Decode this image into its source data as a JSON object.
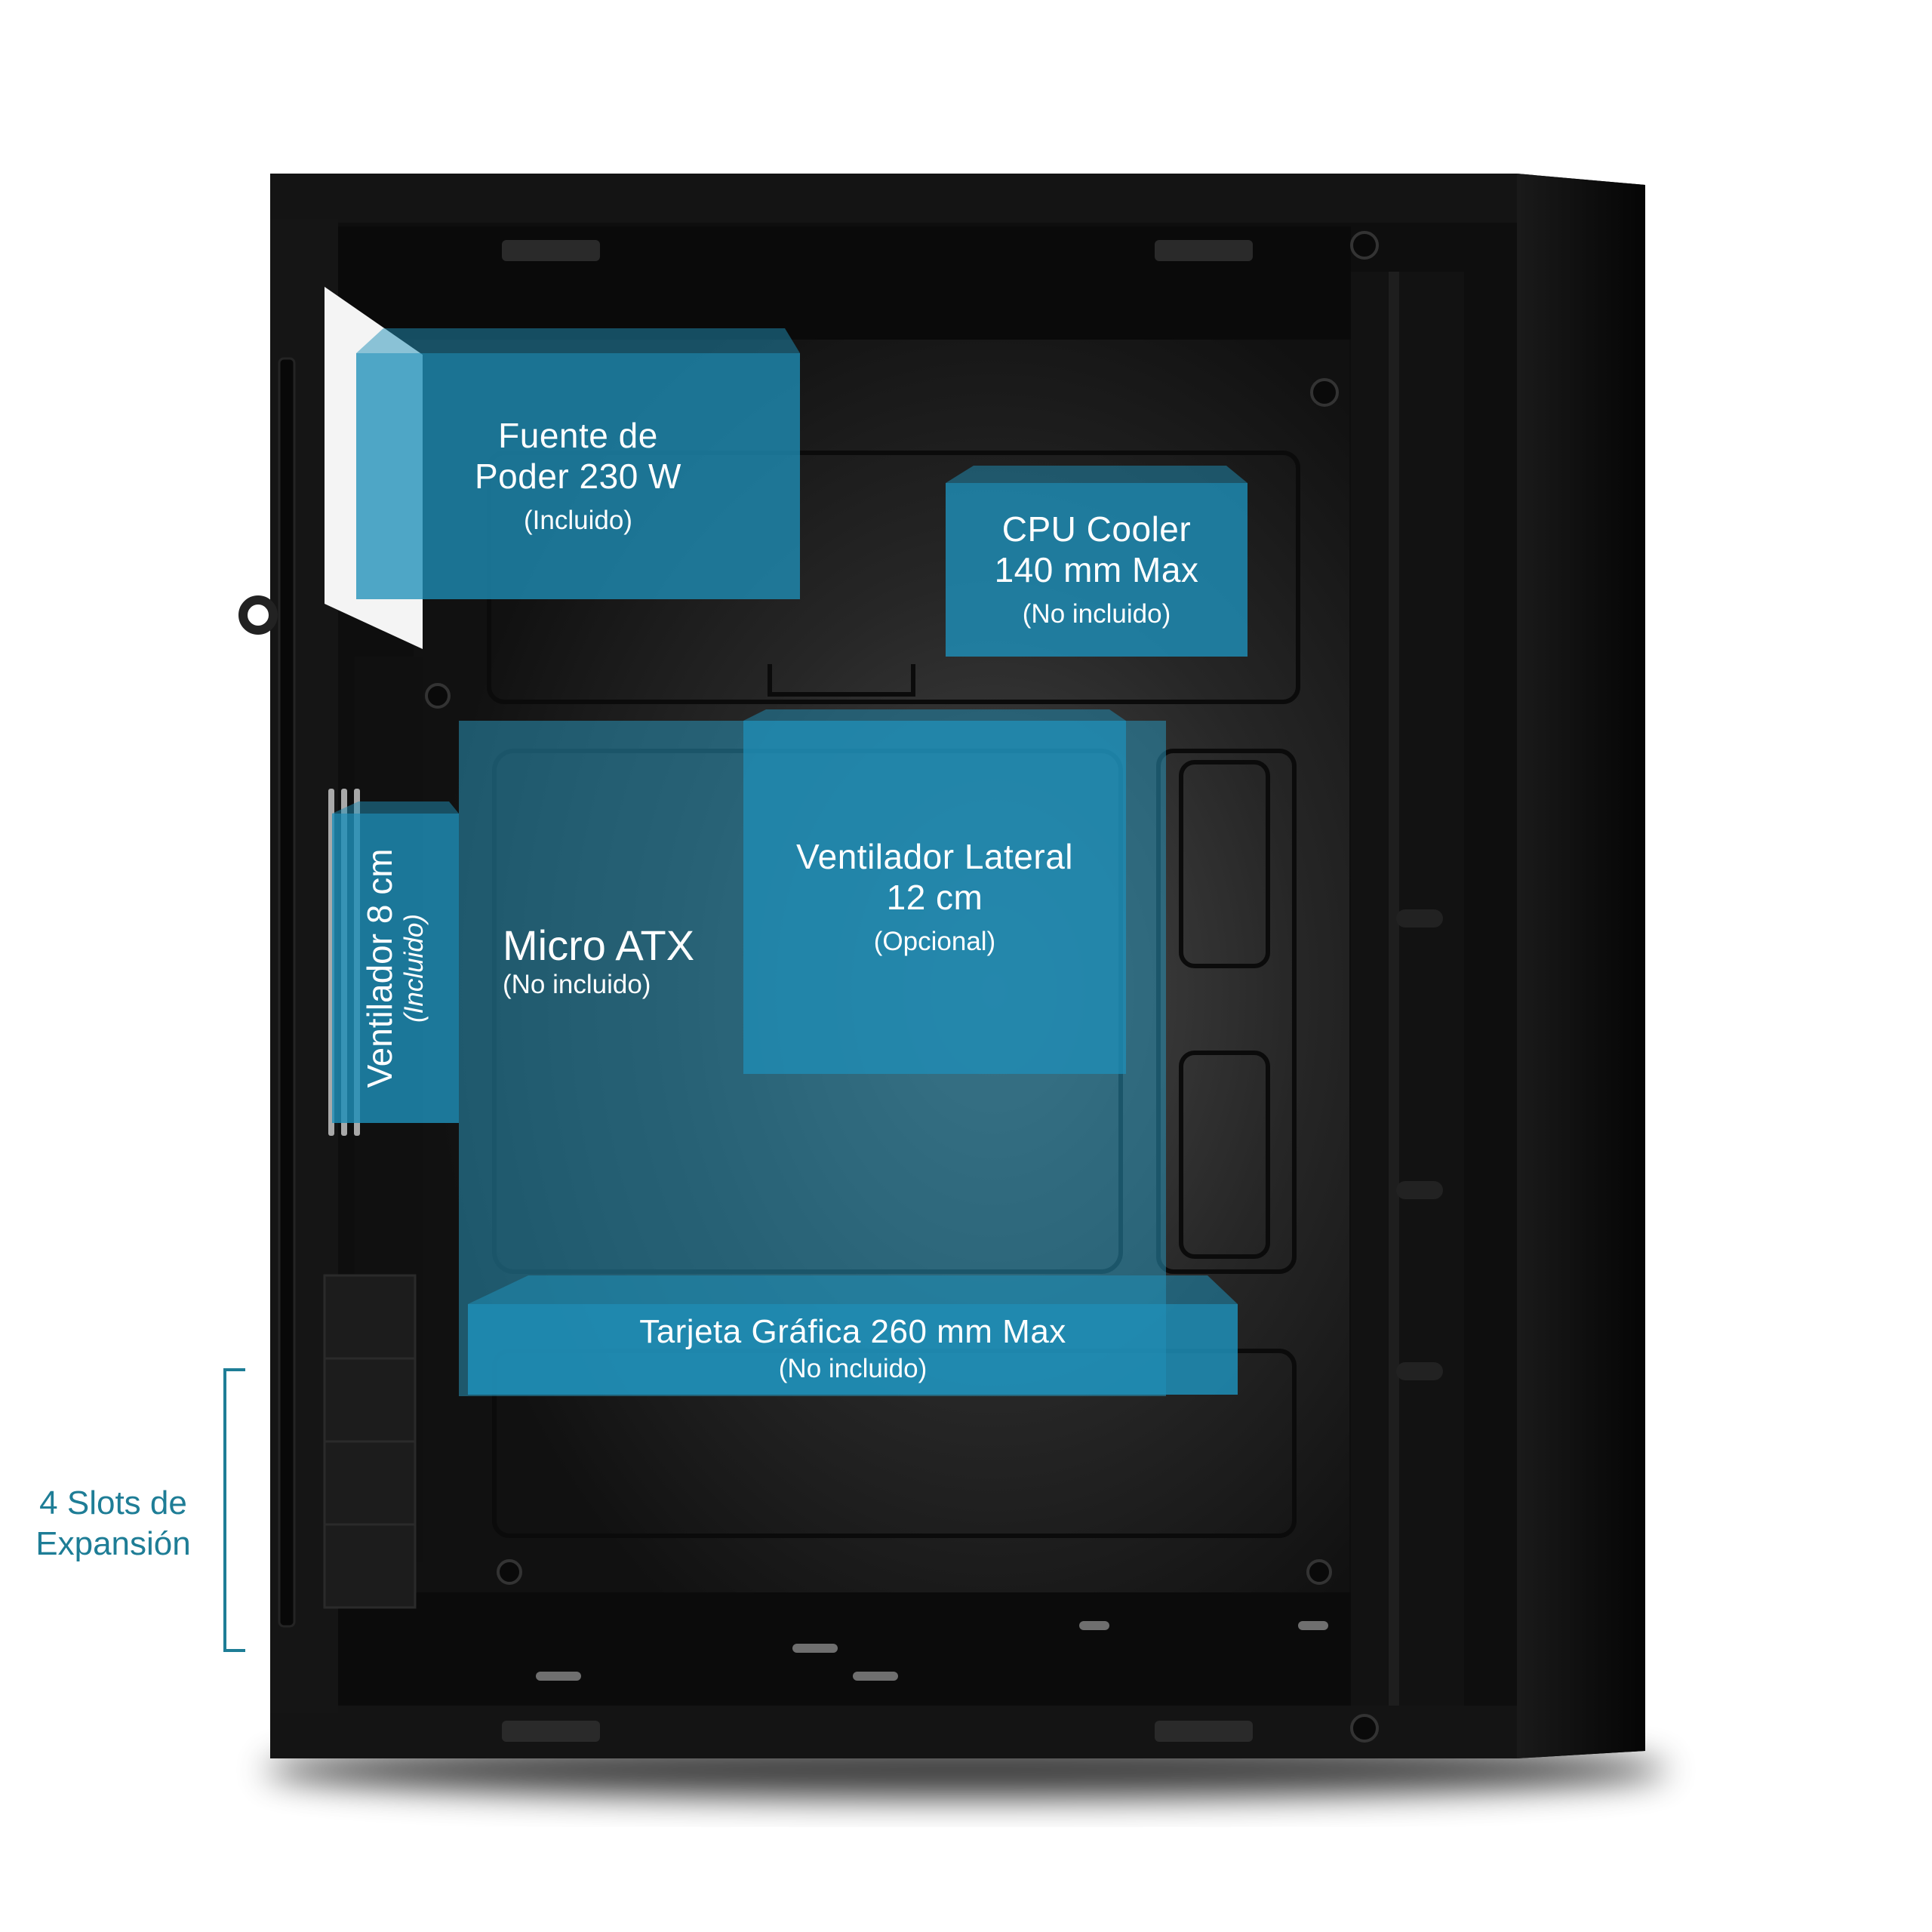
{
  "annotations": {
    "psu": {
      "title": "Fuente de\nPoder 230 W",
      "sub": "(Incluido)"
    },
    "cpu_cooler": {
      "title": "CPU Cooler\n140 mm Max",
      "sub": "(No incluido)"
    },
    "side_fan": {
      "title": "Ventilador Lateral\n12 cm",
      "sub": "(Opcional)"
    },
    "motherboard": {
      "title": "Micro ATX",
      "sub": "(No incluido)"
    },
    "rear_fan": {
      "title": "Ventilador 8 cm",
      "sub": "(Incluido)"
    },
    "gpu": {
      "title": "Tarjeta Gráfica 260 mm Max",
      "sub": "(No incluido)"
    },
    "slots": {
      "label": "4 Slots de\nExpansión"
    }
  },
  "colors": {
    "highlight": "#1f8fb8",
    "label_text": "#ffffff",
    "slots_label": "#1e7d96",
    "case": "#141414"
  }
}
